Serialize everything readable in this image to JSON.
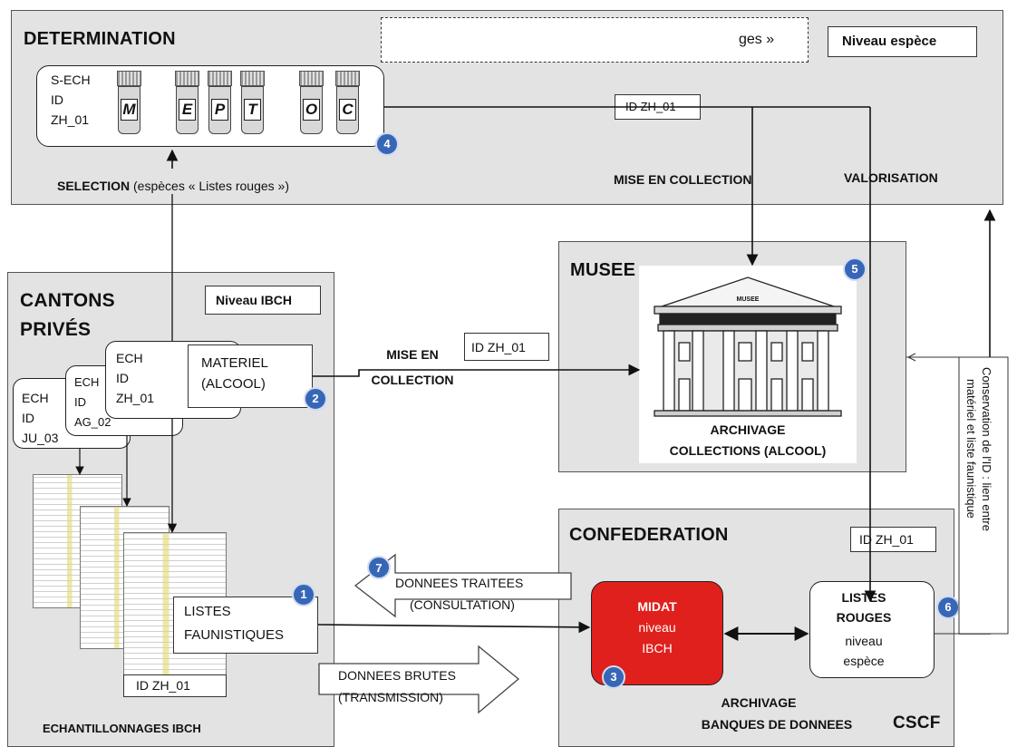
{
  "determination": {
    "title": "DETERMINATION",
    "dashed_text": "ges »",
    "level": "Niveau espèce",
    "sample_id_lines": [
      "S-ECH",
      "ID",
      "ZH_01"
    ],
    "vials": [
      "M",
      "E",
      "P",
      "T",
      "O",
      "C"
    ],
    "selection_bold": "SELECTION",
    "selection_rest": " (espèces « Listes rouges »)",
    "id_tag": "ID ZH_01",
    "mise_en_collection": "MISE EN COLLECTION",
    "valorisation": "VALORISATION"
  },
  "cantons": {
    "title_line1": "CANTONS",
    "title_line2": "PRIVÉS",
    "level": "Niveau IBCH",
    "samples": [
      {
        "lines": [
          "ECH",
          "ID",
          "JU_03"
        ]
      },
      {
        "lines": [
          "ECH",
          "ID",
          "AG_02"
        ]
      },
      {
        "lines": [
          "ECH",
          "ID",
          "ZH_01"
        ]
      }
    ],
    "materiel_line1": "MATERIEL",
    "materiel_line2": "(ALCOOL)",
    "listes_line1": "LISTES",
    "listes_line2": "FAUNISTIQUES",
    "sheet_id": "ID ZH_01",
    "footer": "ECHANTILLONNAGES IBCH"
  },
  "middle": {
    "mise_line1": "MISE EN",
    "mise_line2": "COLLECTION",
    "id_tag": "ID ZH_01",
    "traitees_line1": "DONNEES TRAITEES",
    "traitees_line2": "(CONSULTATION)",
    "brutes_line1": "DONNEES BRUTES",
    "brutes_line2": "(TRANSMISSION)"
  },
  "musee": {
    "title": "MUSEE",
    "building_sign": "MUSEE",
    "arch_line1": "ARCHIVAGE",
    "arch_line2": "COLLECTIONS (ALCOOL)"
  },
  "confederation": {
    "title": "CONFEDERATION",
    "id_tag": "ID ZH_01",
    "midat": [
      "MIDAT",
      "niveau",
      "IBCH"
    ],
    "listes": [
      "LISTES",
      "ROUGES",
      "niveau",
      "espèce"
    ],
    "arch_line1": "ARCHIVAGE",
    "arch_line2": "BANQUES DE DONNEES",
    "cscf": "CSCF"
  },
  "side_text_line1": "Conservation de l'ID : lien entre",
  "side_text_line2": "matériel et liste faunistique",
  "badges": [
    "1",
    "2",
    "3",
    "4",
    "5",
    "6",
    "7"
  ],
  "colors": {
    "panel": "#e3e3e3",
    "badge": "#3866b7",
    "midat": "#e0201c"
  }
}
